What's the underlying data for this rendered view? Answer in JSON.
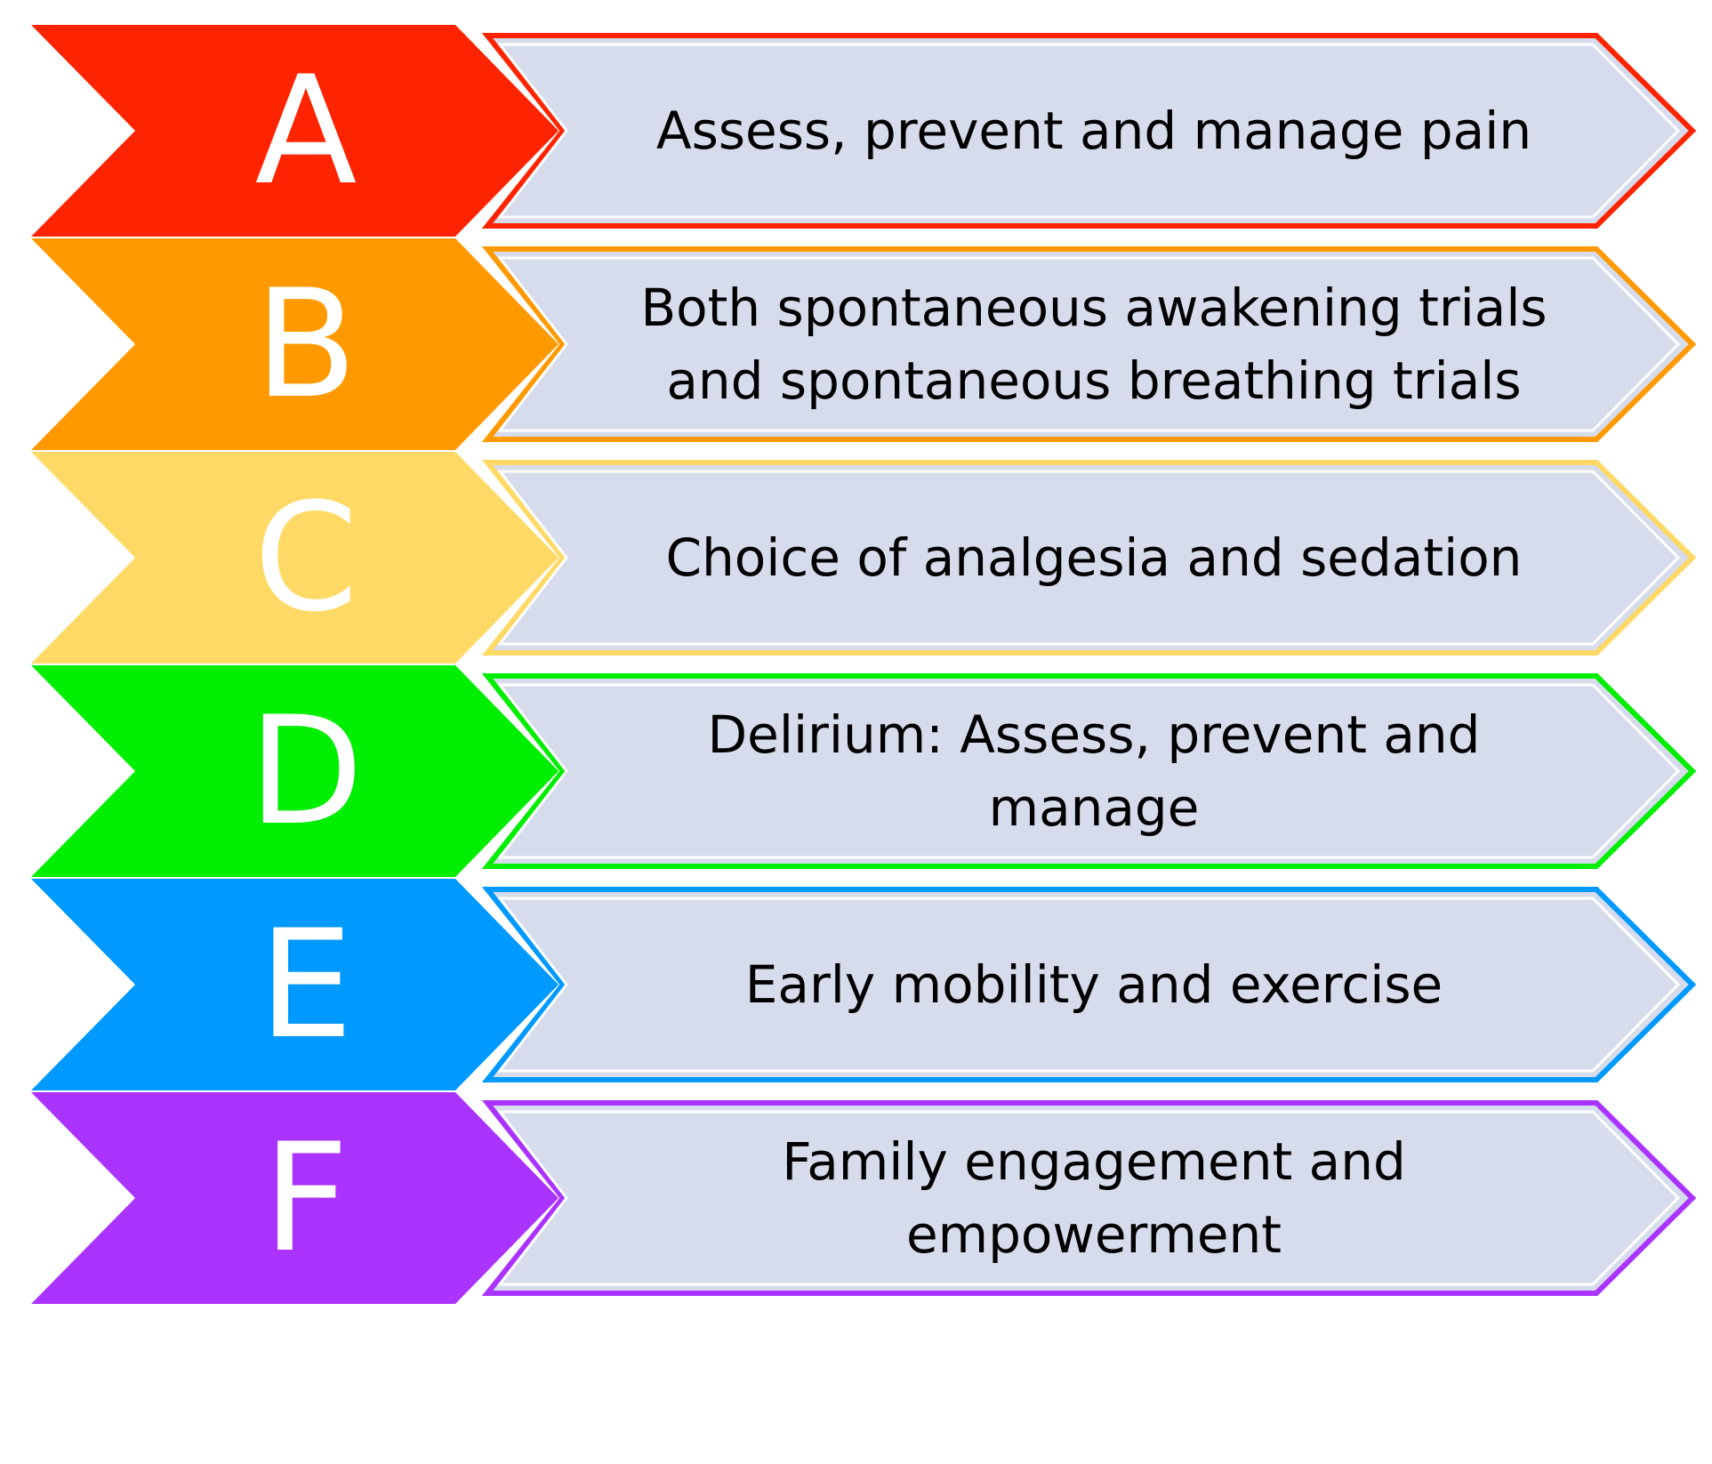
{
  "diagram": {
    "box_fill": "#D6DCEC",
    "letter_color": "#FFFFFF",
    "text_color": "#000000",
    "rows": [
      {
        "letter": "A",
        "color": "#FF2400",
        "lines": [
          "Assess, prevent and manage pain"
        ]
      },
      {
        "letter": "B",
        "color": "#FF9900",
        "lines": [
          "Both spontaneous awakening trials",
          "and spontaneous breathing trials"
        ]
      },
      {
        "letter": "C",
        "color": "#FFD966",
        "lines": [
          "Choice of analgesia and sedation"
        ]
      },
      {
        "letter": "D",
        "color": "#00EE00",
        "lines": [
          "Delirium: Assess, prevent and",
          "manage"
        ]
      },
      {
        "letter": "E",
        "color": "#0099FF",
        "lines": [
          "Early mobility and exercise"
        ]
      },
      {
        "letter": "F",
        "color": "#AA33FF",
        "lines": [
          "Family engagement and",
          "empowerment"
        ]
      }
    ]
  }
}
